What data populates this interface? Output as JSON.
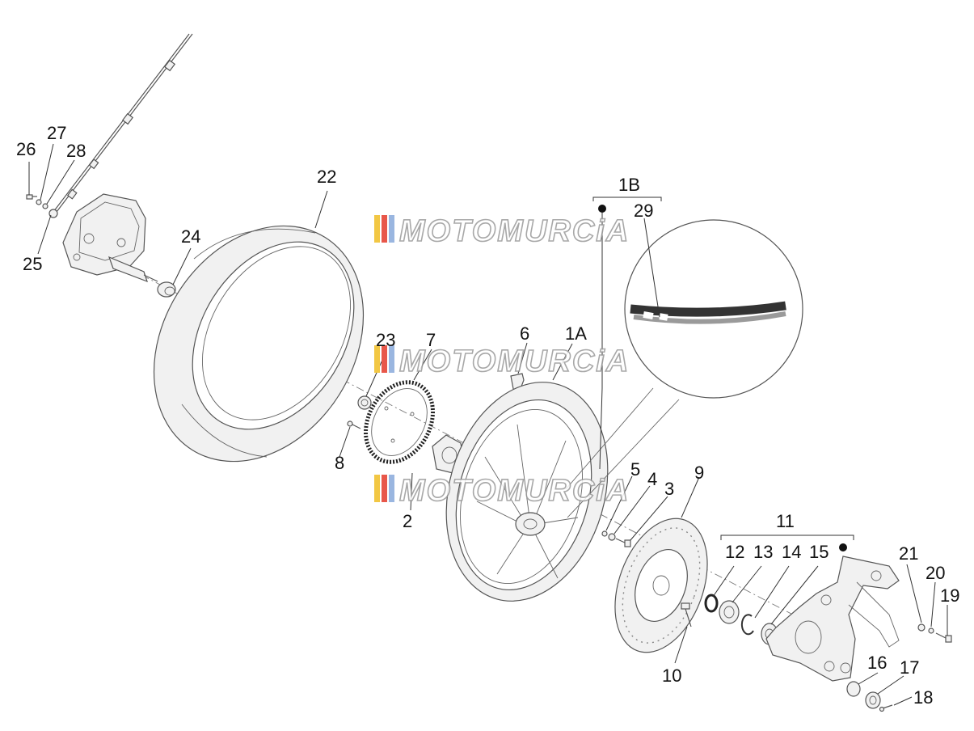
{
  "watermark": {
    "text": "MOTOMURCiA",
    "stripe_colors": [
      "#f2c744",
      "#e8574a",
      "#9ab6e0"
    ]
  },
  "callouts": {
    "c1A": "1A",
    "c1B": "1B",
    "c2": "2",
    "c3": "3",
    "c4": "4",
    "c5": "5",
    "c6": "6",
    "c7": "7",
    "c8": "8",
    "c9": "9",
    "c10": "10",
    "c11": "11",
    "c12": "12",
    "c13": "13",
    "c14": "14",
    "c15": "15",
    "c16": "16",
    "c17": "17",
    "c18": "18",
    "c19": "19",
    "c20": "20",
    "c21": "21",
    "c22": "22",
    "c23": "23",
    "c24": "24",
    "c25": "25",
    "c26": "26",
    "c27": "27",
    "c28": "28",
    "c29": "29"
  },
  "colors": {
    "line": "#555555",
    "text": "#111111",
    "sticker_dark": "#333333",
    "sticker_grey": "#9a9a9a"
  }
}
